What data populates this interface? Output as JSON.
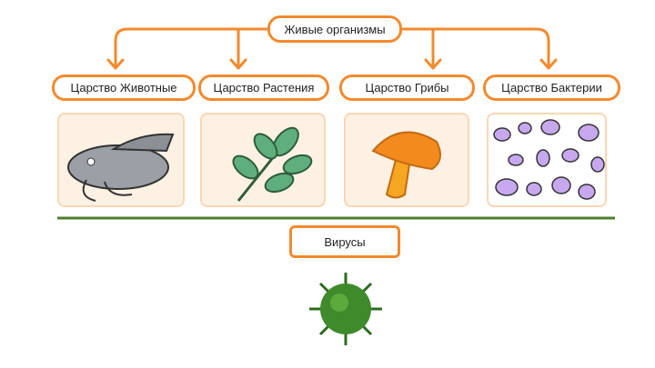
{
  "root": {
    "label": "Живые организмы"
  },
  "kingdoms": [
    {
      "label": "Царство Животные",
      "image": "catfish-illustration"
    },
    {
      "label": "Царство Растения",
      "image": "leaf-illustration"
    },
    {
      "label": "Царство Грибы",
      "image": "mushroom-illustration"
    },
    {
      "label": "Царство Бактерии",
      "image": "bacteria-illustration"
    }
  ],
  "viruses": {
    "label": "Вирусы",
    "image": "virus-illustration"
  },
  "colors": {
    "accent": "#f28a2e",
    "divider": "#4e7d2e",
    "card_bg": "#fdf1e4"
  }
}
